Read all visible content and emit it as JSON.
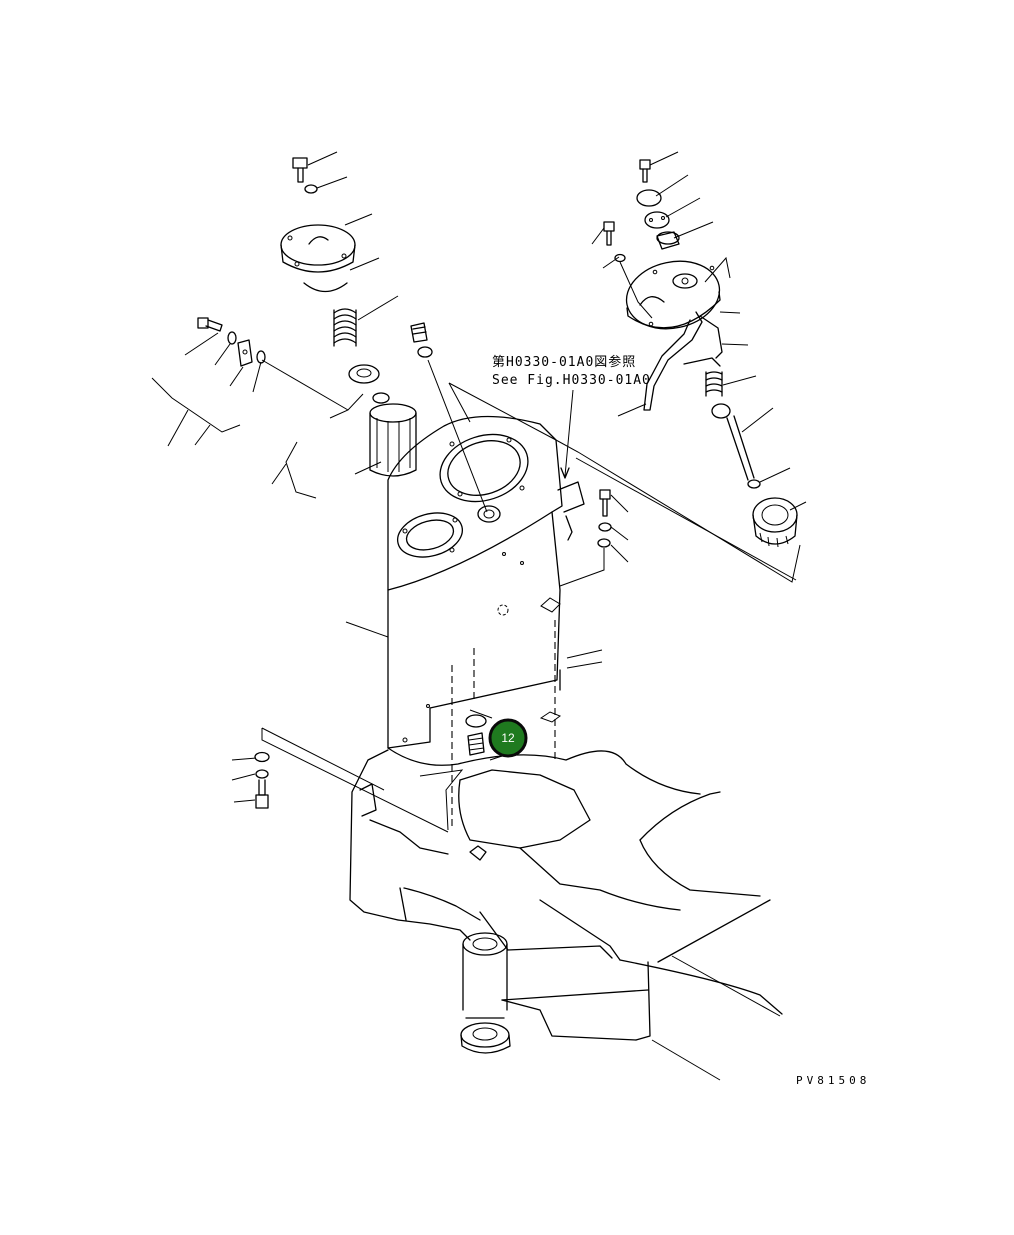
{
  "reference": {
    "line_jp": "第H0330-01A0図参照",
    "line_en": "See Fig.H0330-01A0"
  },
  "drawing_code": "PV81508",
  "callout": {
    "number": "12",
    "fill": "#1f7a1f",
    "border": "#0a0a0a"
  }
}
